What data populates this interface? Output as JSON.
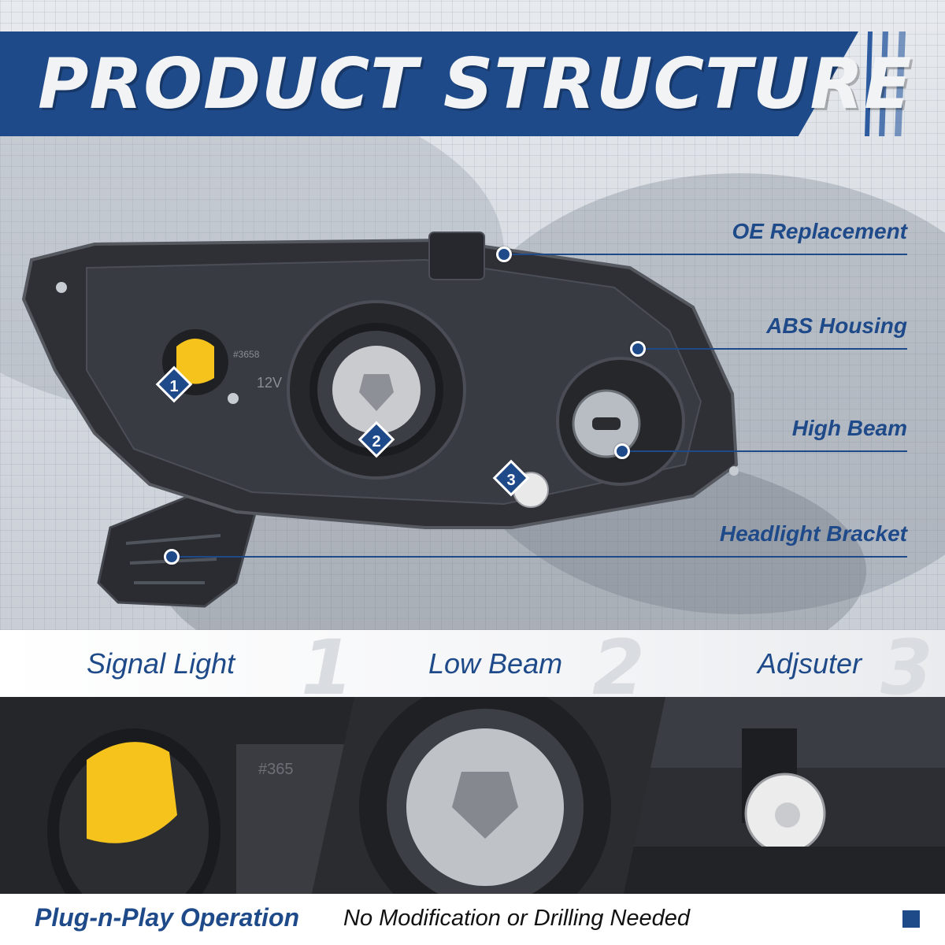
{
  "title": "PRODUCT STRUCTURE",
  "callouts": [
    {
      "label": "OE Replacement"
    },
    {
      "label": "ABS Housing"
    },
    {
      "label": "High Beam"
    },
    {
      "label": "Headlight Bracket"
    }
  ],
  "markers": [
    "1",
    "2",
    "3"
  ],
  "label_band": [
    {
      "label": "Signal Light",
      "number": "1"
    },
    {
      "label": "Low Beam",
      "number": "2"
    },
    {
      "label": "Adjsuter",
      "number": "3"
    }
  ],
  "photo_texts": {
    "bulb_voltage": "12V",
    "part_code": "#3658",
    "panel_part_code": "#365"
  },
  "footer": {
    "strong": "Plug-n-Play Operation",
    "light": "No Modification or Drilling Needed"
  },
  "colors": {
    "brand_blue": "#1f4a8a",
    "signal_yellow": "#f6c21c",
    "housing_dark": "#2e3036"
  },
  "icons": [
    "diamond-marker-icon",
    "callout-dot-icon"
  ]
}
